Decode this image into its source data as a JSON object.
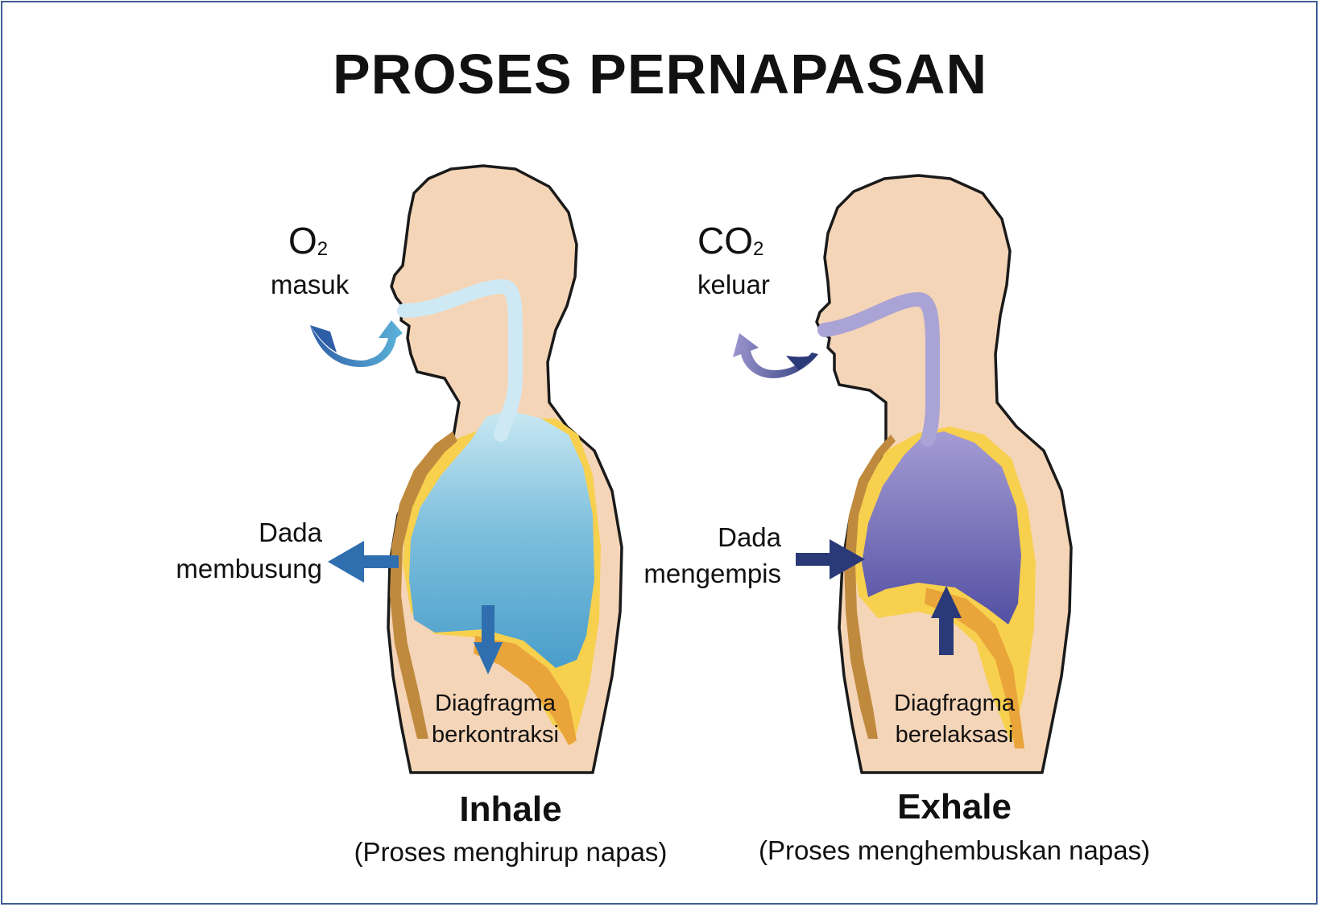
{
  "title": "PROSES PERNAPASAN",
  "inhale": {
    "gas_formula": "O",
    "gas_subscript": "2",
    "gas_action": "masuk",
    "chest_label_line1": "Dada",
    "chest_label_line2": "membusung",
    "diaphragm_line1": "Diagfragma",
    "diaphragm_line2": "berkontraksi",
    "caption_title": "Inhale",
    "caption_sub": "(Proses menghirup napas)"
  },
  "exhale": {
    "gas_formula": "CO",
    "gas_subscript": "2",
    "gas_action": "keluar",
    "chest_label_line1": "Dada",
    "chest_label_line2": "mengempis",
    "diaphragm_line1": "Diagfragma",
    "diaphragm_line2": "berelaksasi",
    "caption_title": "Exhale",
    "caption_sub": "(Proses menghembuskan napas)"
  },
  "colors": {
    "skin": "#f5d5b8",
    "outline": "#1a1a1a",
    "fat": "#f7d04e",
    "rib": "#c08a3e",
    "diaphragm_muscle": "#e9a43a",
    "inhale_lung_top": "#b9e0ee",
    "inhale_lung_bottom": "#4aa0cc",
    "inhale_arrow": "#2f6fb0",
    "exhale_lung_top": "#9f96d0",
    "exhale_lung_bottom": "#5653a6",
    "exhale_arrow": "#2a3a78",
    "frame_border": "#3e5d94"
  }
}
